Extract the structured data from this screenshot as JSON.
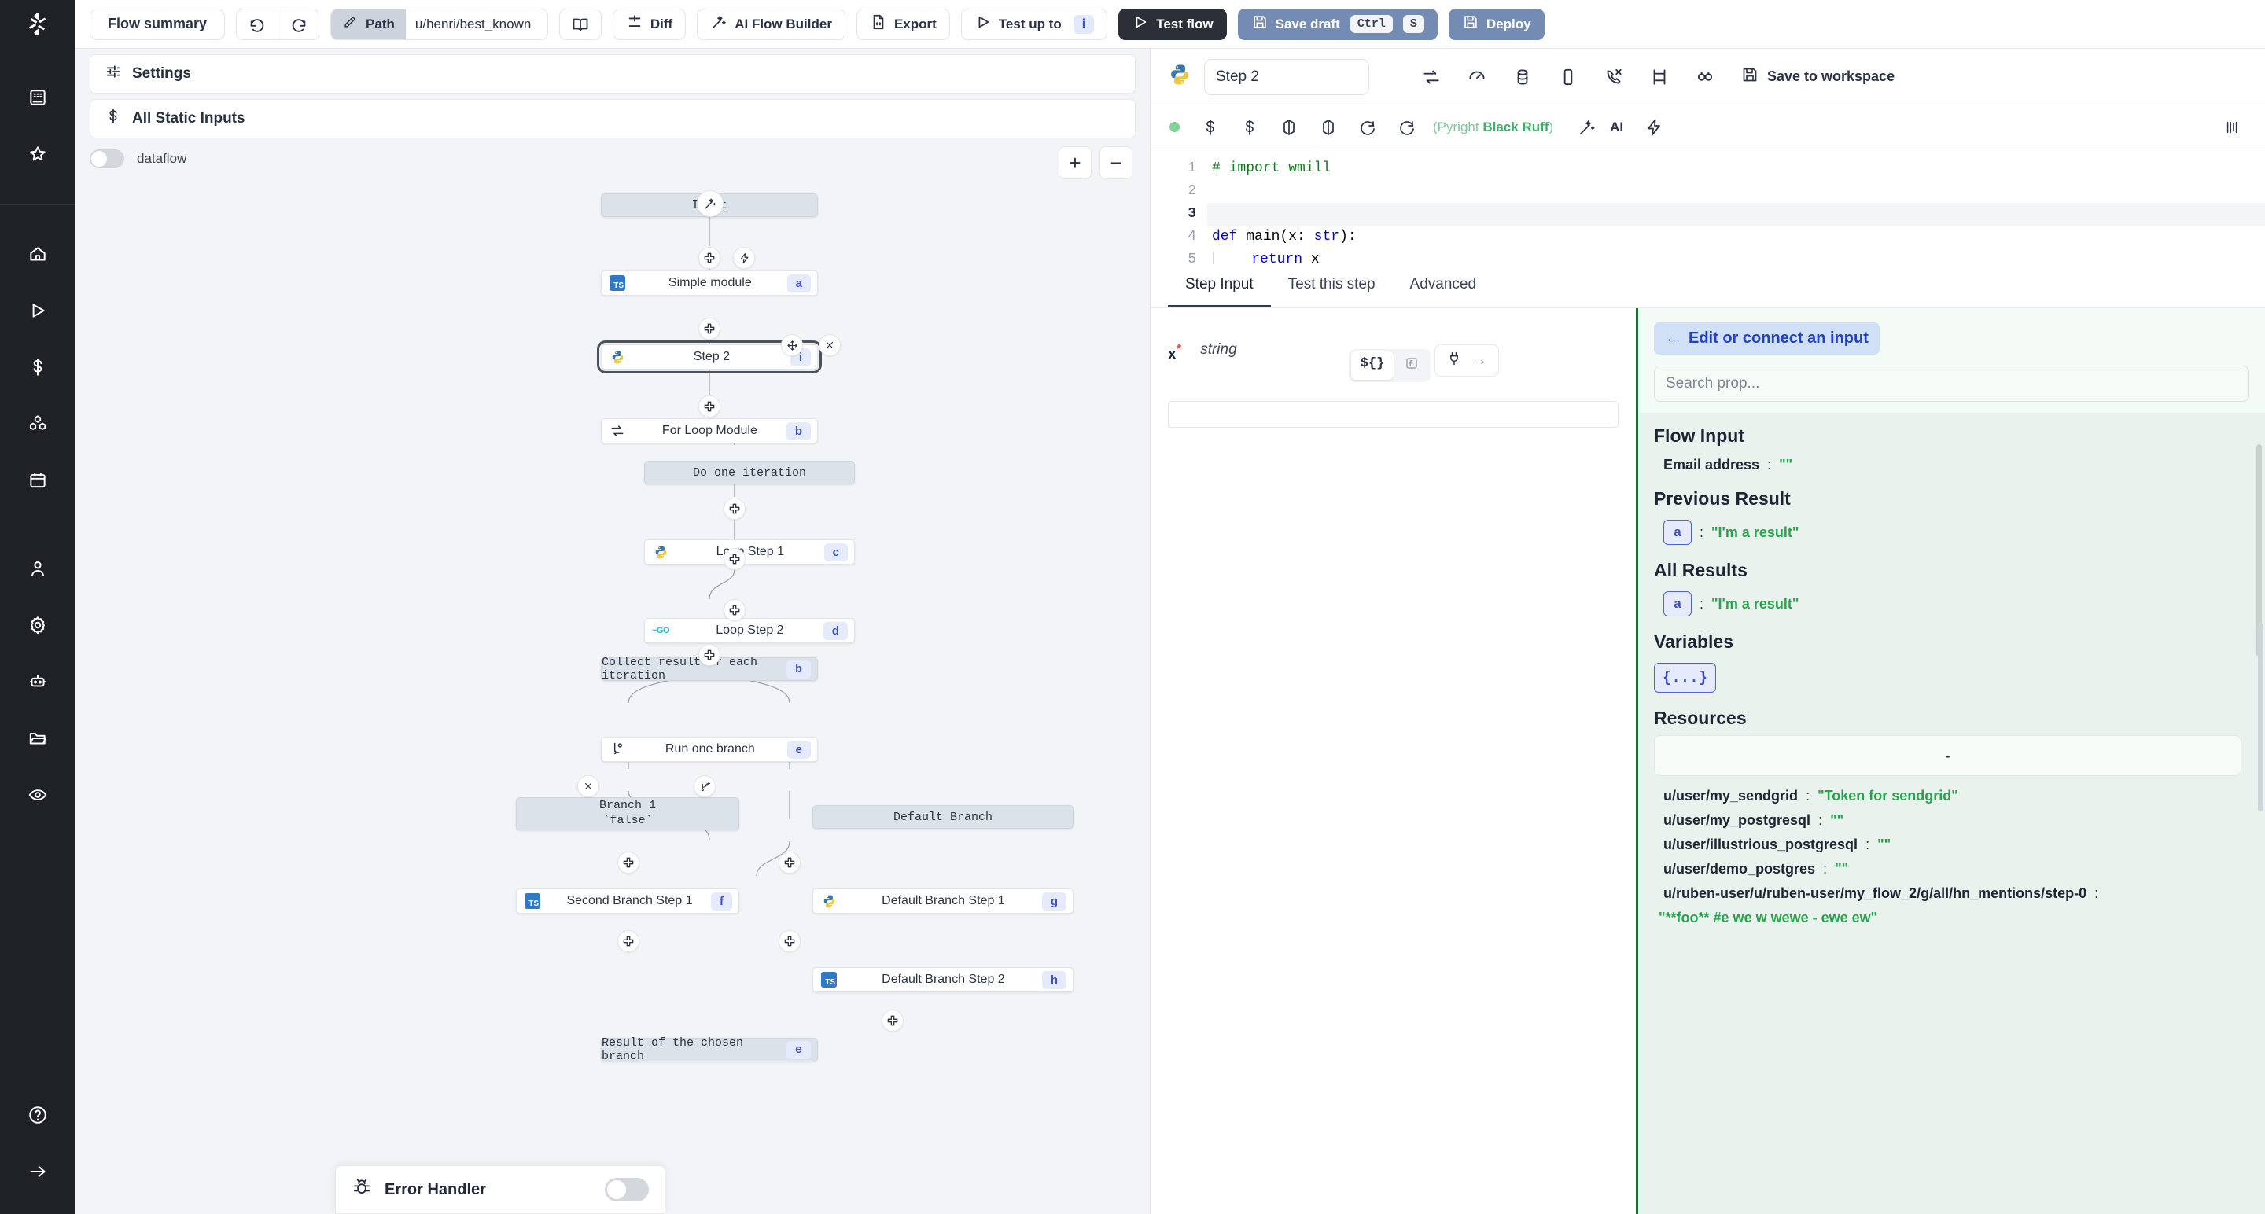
{
  "rail": {
    "logo_icon": "windmill-logo-icon",
    "top_items": [
      {
        "icon": "building-icon",
        "name": "workspace"
      },
      {
        "icon": "star-icon",
        "name": "favorites"
      }
    ],
    "mid_items": [
      {
        "icon": "home-icon",
        "name": "home"
      },
      {
        "icon": "play-icon",
        "name": "runs"
      },
      {
        "icon": "dollar-icon",
        "name": "variables"
      },
      {
        "icon": "cubes-icon",
        "name": "resources"
      },
      {
        "icon": "calendar-icon",
        "name": "schedules"
      }
    ],
    "lower_items": [
      {
        "icon": "user-icon",
        "name": "user"
      },
      {
        "icon": "gear-icon",
        "name": "settings"
      },
      {
        "icon": "robot-icon",
        "name": "workers"
      },
      {
        "icon": "folder-icon",
        "name": "folders"
      },
      {
        "icon": "eye-icon",
        "name": "audit-logs"
      }
    ],
    "bottom_items": [
      {
        "icon": "question-icon",
        "name": "help"
      },
      {
        "icon": "arrow-right-icon",
        "name": "expand-sidebar"
      }
    ]
  },
  "topbar": {
    "flow_summary": "Flow summary",
    "undo_icon": "undo-icon",
    "redo_icon": "redo-icon",
    "path_icon": "pencil-icon",
    "path_label": "Path",
    "path_value": "u/henri/best_known",
    "book_icon": "book-icon",
    "diff_icon": "diff-icon",
    "diff_label": "Diff",
    "ai_icon": "magic-wand-icon",
    "ai_label": "AI Flow Builder",
    "export_icon": "file-code-icon",
    "export_label": "Export",
    "test_up_to_icon": "play-icon",
    "test_up_to_label": "Test up to",
    "test_up_to_badge": "i",
    "test_flow_icon": "play-icon",
    "test_flow_label": "Test flow",
    "save_icon": "save-icon",
    "save_label": "Save draft",
    "save_kbd_1": "Ctrl",
    "save_kbd_2": "S",
    "deploy_icon": "save-icon",
    "deploy_label": "Deploy"
  },
  "flow_pane": {
    "settings_icon": "sliders-icon",
    "settings_label": "Settings",
    "static_inputs_icon": "dollar-icon",
    "static_inputs_label": "All Static Inputs",
    "dataflow_label": "dataflow",
    "dataflow_on": false,
    "zoom_in": "+",
    "zoom_out": "−",
    "error_handler_icon": "bug-icon",
    "error_handler_label": "Error Handler",
    "error_handler_on": false,
    "nodes": [
      {
        "id": "ai",
        "label": "",
        "kind": "circle",
        "icon": "magic-wand-icon"
      },
      {
        "id": "input",
        "label": "Input",
        "kind": "gray",
        "icon": ""
      },
      {
        "id": "simple",
        "label": "Simple module",
        "kind": "card",
        "icon": "ts-icon",
        "badge": "a"
      },
      {
        "id": "step2",
        "label": "Step 2",
        "kind": "card",
        "icon": "python-icon",
        "badge": "i",
        "selected": true
      },
      {
        "id": "forloop",
        "label": "For Loop Module",
        "kind": "card",
        "icon": "loop-icon",
        "badge": "b"
      },
      {
        "id": "doiter",
        "label": "Do one iteration",
        "kind": "gray",
        "icon": ""
      },
      {
        "id": "loop1",
        "label": "Loop Step 1",
        "kind": "card",
        "icon": "python-icon",
        "badge": "c"
      },
      {
        "id": "loop2",
        "label": "Loop Step 2",
        "kind": "card",
        "icon": "go-icon",
        "badge": "d"
      },
      {
        "id": "collect",
        "label": "Collect result of each iteration",
        "kind": "gray",
        "icon": "",
        "badge": "b"
      },
      {
        "id": "runbr",
        "label": "Run one branch",
        "kind": "card",
        "icon": "branch-icon",
        "badge": "e"
      },
      {
        "id": "branch1",
        "label": "Branch 1",
        "sublabel": "`false`",
        "kind": "gray",
        "icon": ""
      },
      {
        "id": "defbr",
        "label": "Default Branch",
        "kind": "gray",
        "icon": ""
      },
      {
        "id": "secbr1",
        "label": "Second Branch Step 1",
        "kind": "card",
        "icon": "ts-icon",
        "badge": "f"
      },
      {
        "id": "defbr1",
        "label": "Default Branch Step 1",
        "kind": "card",
        "icon": "python-icon",
        "badge": "g"
      },
      {
        "id": "defbr2",
        "label": "Default Branch Step 2",
        "kind": "card",
        "icon": "ts-icon",
        "badge": "h"
      },
      {
        "id": "chosen",
        "label": "Result of the chosen branch",
        "kind": "gray",
        "icon": "",
        "badge": "e"
      }
    ]
  },
  "editor": {
    "lang_icon": "python-icon",
    "step_name": "Step 2",
    "header_icons": [
      {
        "icon": "loop-icon",
        "name": "retries"
      },
      {
        "icon": "stopwatch-icon",
        "name": "timeout"
      },
      {
        "icon": "database-icon",
        "name": "cache"
      },
      {
        "icon": "square-icon",
        "name": "concurrency"
      },
      {
        "icon": "phone-forward-icon",
        "name": "early-stop"
      },
      {
        "icon": "gate-icon",
        "name": "suspend"
      },
      {
        "icon": "mock-icon",
        "name": "mock"
      }
    ],
    "save_ws_icon": "save-icon",
    "save_ws_label": "Save to workspace",
    "sub_icons": [
      {
        "icon": "status-dot-icon",
        "name": "lsp-status"
      },
      {
        "icon": "dollar-icon",
        "name": "variable-insert"
      },
      {
        "icon": "dollar-icon",
        "name": "resource-insert"
      },
      {
        "icon": "package-icon",
        "name": "add-dependency"
      },
      {
        "icon": "package-icon",
        "name": "lock-dependency"
      },
      {
        "icon": "refresh-icon",
        "name": "reload"
      },
      {
        "icon": "refresh-icon",
        "name": "reset"
      }
    ],
    "lint_prefix": "(",
    "lint_pyright": "Pyright",
    "lint_black": "Black",
    "lint_ruff": "Ruff",
    "lint_suffix": ")",
    "ai_icon": "magic-wand-icon",
    "ai_label": "AI",
    "format_icon": "lightning-icon",
    "minimap_icon": "minimap-icon",
    "code_lines": [
      {
        "n": "1",
        "text": "# import wmill",
        "type": "comment"
      },
      {
        "n": "2",
        "text": "",
        "type": "blank"
      },
      {
        "n": "3",
        "text": "",
        "type": "current"
      },
      {
        "n": "4",
        "text": "def main(x: str):",
        "type": "def"
      },
      {
        "n": "5",
        "text": "    return x",
        "type": "ret"
      }
    ],
    "tabs": [
      {
        "label": "Step Input",
        "active": true
      },
      {
        "label": "Test this step",
        "active": false
      },
      {
        "label": "Advanced",
        "active": false
      }
    ],
    "arg": {
      "name": "x",
      "required": "*",
      "type": "string",
      "mode_dynamic": "${}",
      "mode_static_icon": "function-icon",
      "connect_icon": "plug-icon",
      "connect_arrow": "→",
      "value": ""
    }
  },
  "connect_panel": {
    "back_arrow": "←",
    "edit_label": "Edit or connect an input",
    "search_placeholder": "Search prop...",
    "sections": [
      {
        "title": "Flow Input",
        "rows": [
          {
            "key": "Email address",
            "colon": ":",
            "value": "\"\""
          }
        ]
      },
      {
        "title": "Previous Result",
        "rows": [
          {
            "chip": "a",
            "colon": ":",
            "value": "\"I'm a result\""
          }
        ]
      },
      {
        "title": "All Results",
        "rows": [
          {
            "chip": "a",
            "colon": ":",
            "value": "\"I'm a result\""
          }
        ]
      },
      {
        "title": "Variables",
        "rows": [
          {
            "chip": "{...}"
          }
        ]
      },
      {
        "title": "Resources",
        "box": "-",
        "rows": [
          {
            "key": "u/user/my_sendgrid",
            "colon": ":",
            "value": "\"Token for sendgrid\""
          },
          {
            "key": "u/user/my_postgresql",
            "colon": ":",
            "value": "\"\""
          },
          {
            "key": "u/user/illustrious_postgresql",
            "colon": ":",
            "value": "\"\""
          },
          {
            "key": "u/user/demo_postgres",
            "colon": ":",
            "value": "\"\""
          },
          {
            "key": "u/ruben-user/u/ruben-user/my_flow_2/g/all/hn_mentions/step-0",
            "colon": ":",
            "value": ""
          },
          {
            "value": "\"**foo** #e we w wewe - ewe ew\""
          }
        ]
      }
    ]
  },
  "colors": {
    "accent_blue": "#3d4fc4",
    "dark": "#2b3038",
    "save_blue": "#748bb3",
    "green_border": "#1f6b34",
    "green_value": "#2aa34f"
  }
}
